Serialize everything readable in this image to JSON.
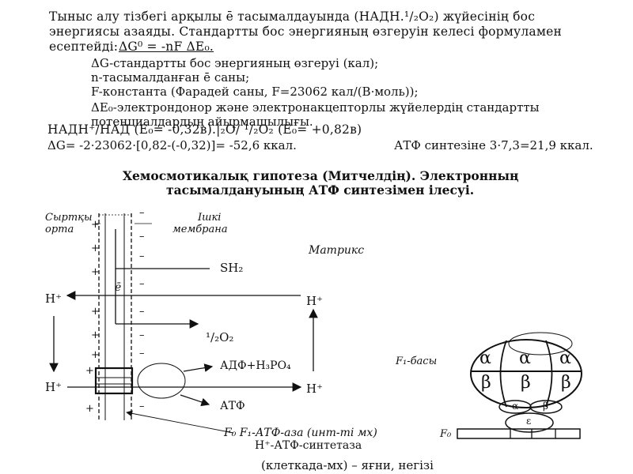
{
  "text": {
    "intro_line1": "Тыныс алу тізбегі арқылы ē тасымалдауында (НАДН.¹/₂O₂) жүйесінің бос",
    "intro_line2": "энергиясы азаяды. Стандартты бос энергияның өзгеруін келесі формуламен",
    "intro_line3": "есептейді:",
    "formula": "ΔG⁰ = -nF ΔE₀.",
    "def_g": "ΔG-стандартты бос энергияның өзгеруі (кал);",
    "def_n": "n-тасымалданған ē саны;",
    "def_f": "F-константа (Фарадей саны, F=23062 кал/(В·моль));",
    "def_e_line1": "ΔE₀-электрондонор және электронакцепторлы жүйелердің стандартты",
    "def_e_line2": "потенциалдардың айырмашылығы.",
    "redox_pair": "НАДН⁺/НАД (E₀= -0,32в).|₂O/ ¹/₂O₂ (E₀= +0,82в)",
    "calc_g": "ΔG= -2·23062·[0,82-(-0,32)]= -52,6 ккал.",
    "atp_synth": "АТФ синтезіне 3·7,3=21,9 ккал.",
    "heading_line1": "Хемосмотикалық гипотеза (Митчелдің). Электронның",
    "heading_line2": "тасымалдануының АТФ синтезімен ілесуі.",
    "bottom_line": "(клеткада-мх) – яғни, негізі"
  },
  "diagram": {
    "outer_medium_line1": "Сыртқы",
    "outer_medium_line2": "орта",
    "inner_membrane_line1": "Ішкі",
    "inner_membrane_line2": "мембрана",
    "matrix": "Матрикс",
    "sh2": "SH₂",
    "electron": "ē",
    "h_plus": "H⁺",
    "half_o2": "¹/₂O₂",
    "adp": "АДФ+H₃PO₄",
    "atp": "АТФ",
    "f0f1_line1": "F₀ F₁-АТФ-аза (инт-ті мх)",
    "f0f1_line2": "H⁺-АТФ-синтетаза",
    "f1_head": "F₁-басы",
    "f0": "F₀",
    "plus": "+",
    "minus": "–",
    "alpha": "α",
    "beta": "β",
    "epsilon": "ε"
  }
}
